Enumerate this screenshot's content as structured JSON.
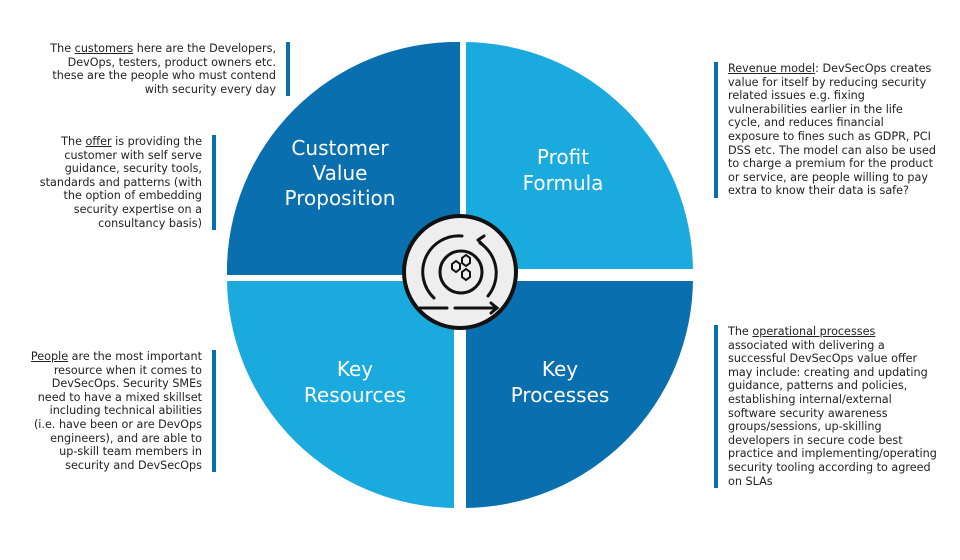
{
  "quadrants": {
    "customer_value": [
      "Customer",
      "Value",
      "Proposition"
    ],
    "profit_formula": [
      "Profit",
      "Formula"
    ],
    "key_resources": [
      "Key",
      "Resources"
    ],
    "key_processes": [
      "Key",
      "Processes"
    ]
  },
  "center_icon": "devsecops-cycle-icon",
  "colors": {
    "dark": "#0a6fae",
    "light": "#1aaade"
  },
  "notes": {
    "customers": {
      "pre": "The ",
      "term": "customers",
      "post": " here are the Developers, DevOps, testers, product owners etc. these are the people who must contend with security every day"
    },
    "offer": {
      "pre": "The ",
      "term": "offer",
      "post": " is providing the customer with self serve guidance, security tools, standards and patterns (with the option of embedding security expertise on a consultancy basis)"
    },
    "revenue": {
      "pre": "",
      "term": "Revenue model",
      "post": ": DevSecOps creates value for itself by reducing security related issues e.g. fixing vulnerabilities earlier in the life cycle, and reduces financial exposure to fines such as GDPR, PCI DSS etc. The model can also be used to charge a premium for the product or service, are people willing to pay extra to know their data is safe?"
    },
    "people": {
      "pre": "",
      "term": "People",
      "post": " are the most important resource when it comes to DevSecOps. Security SMEs need to have a mixed skillset including technical abilities (i.e. have been or are DevOps engineers), and are able to up-skill team members in security and DevSecOps"
    },
    "processes": {
      "pre": "The ",
      "term": "operational processes",
      "post": " associated with delivering a successful DevSecOps value offer may include: creating and updating guidance, patterns and policies, establishing internal/external software security awareness groups/sessions, up-skilling developers in secure code best practice and implementing/operating security tooling according to agreed on SLAs"
    }
  }
}
